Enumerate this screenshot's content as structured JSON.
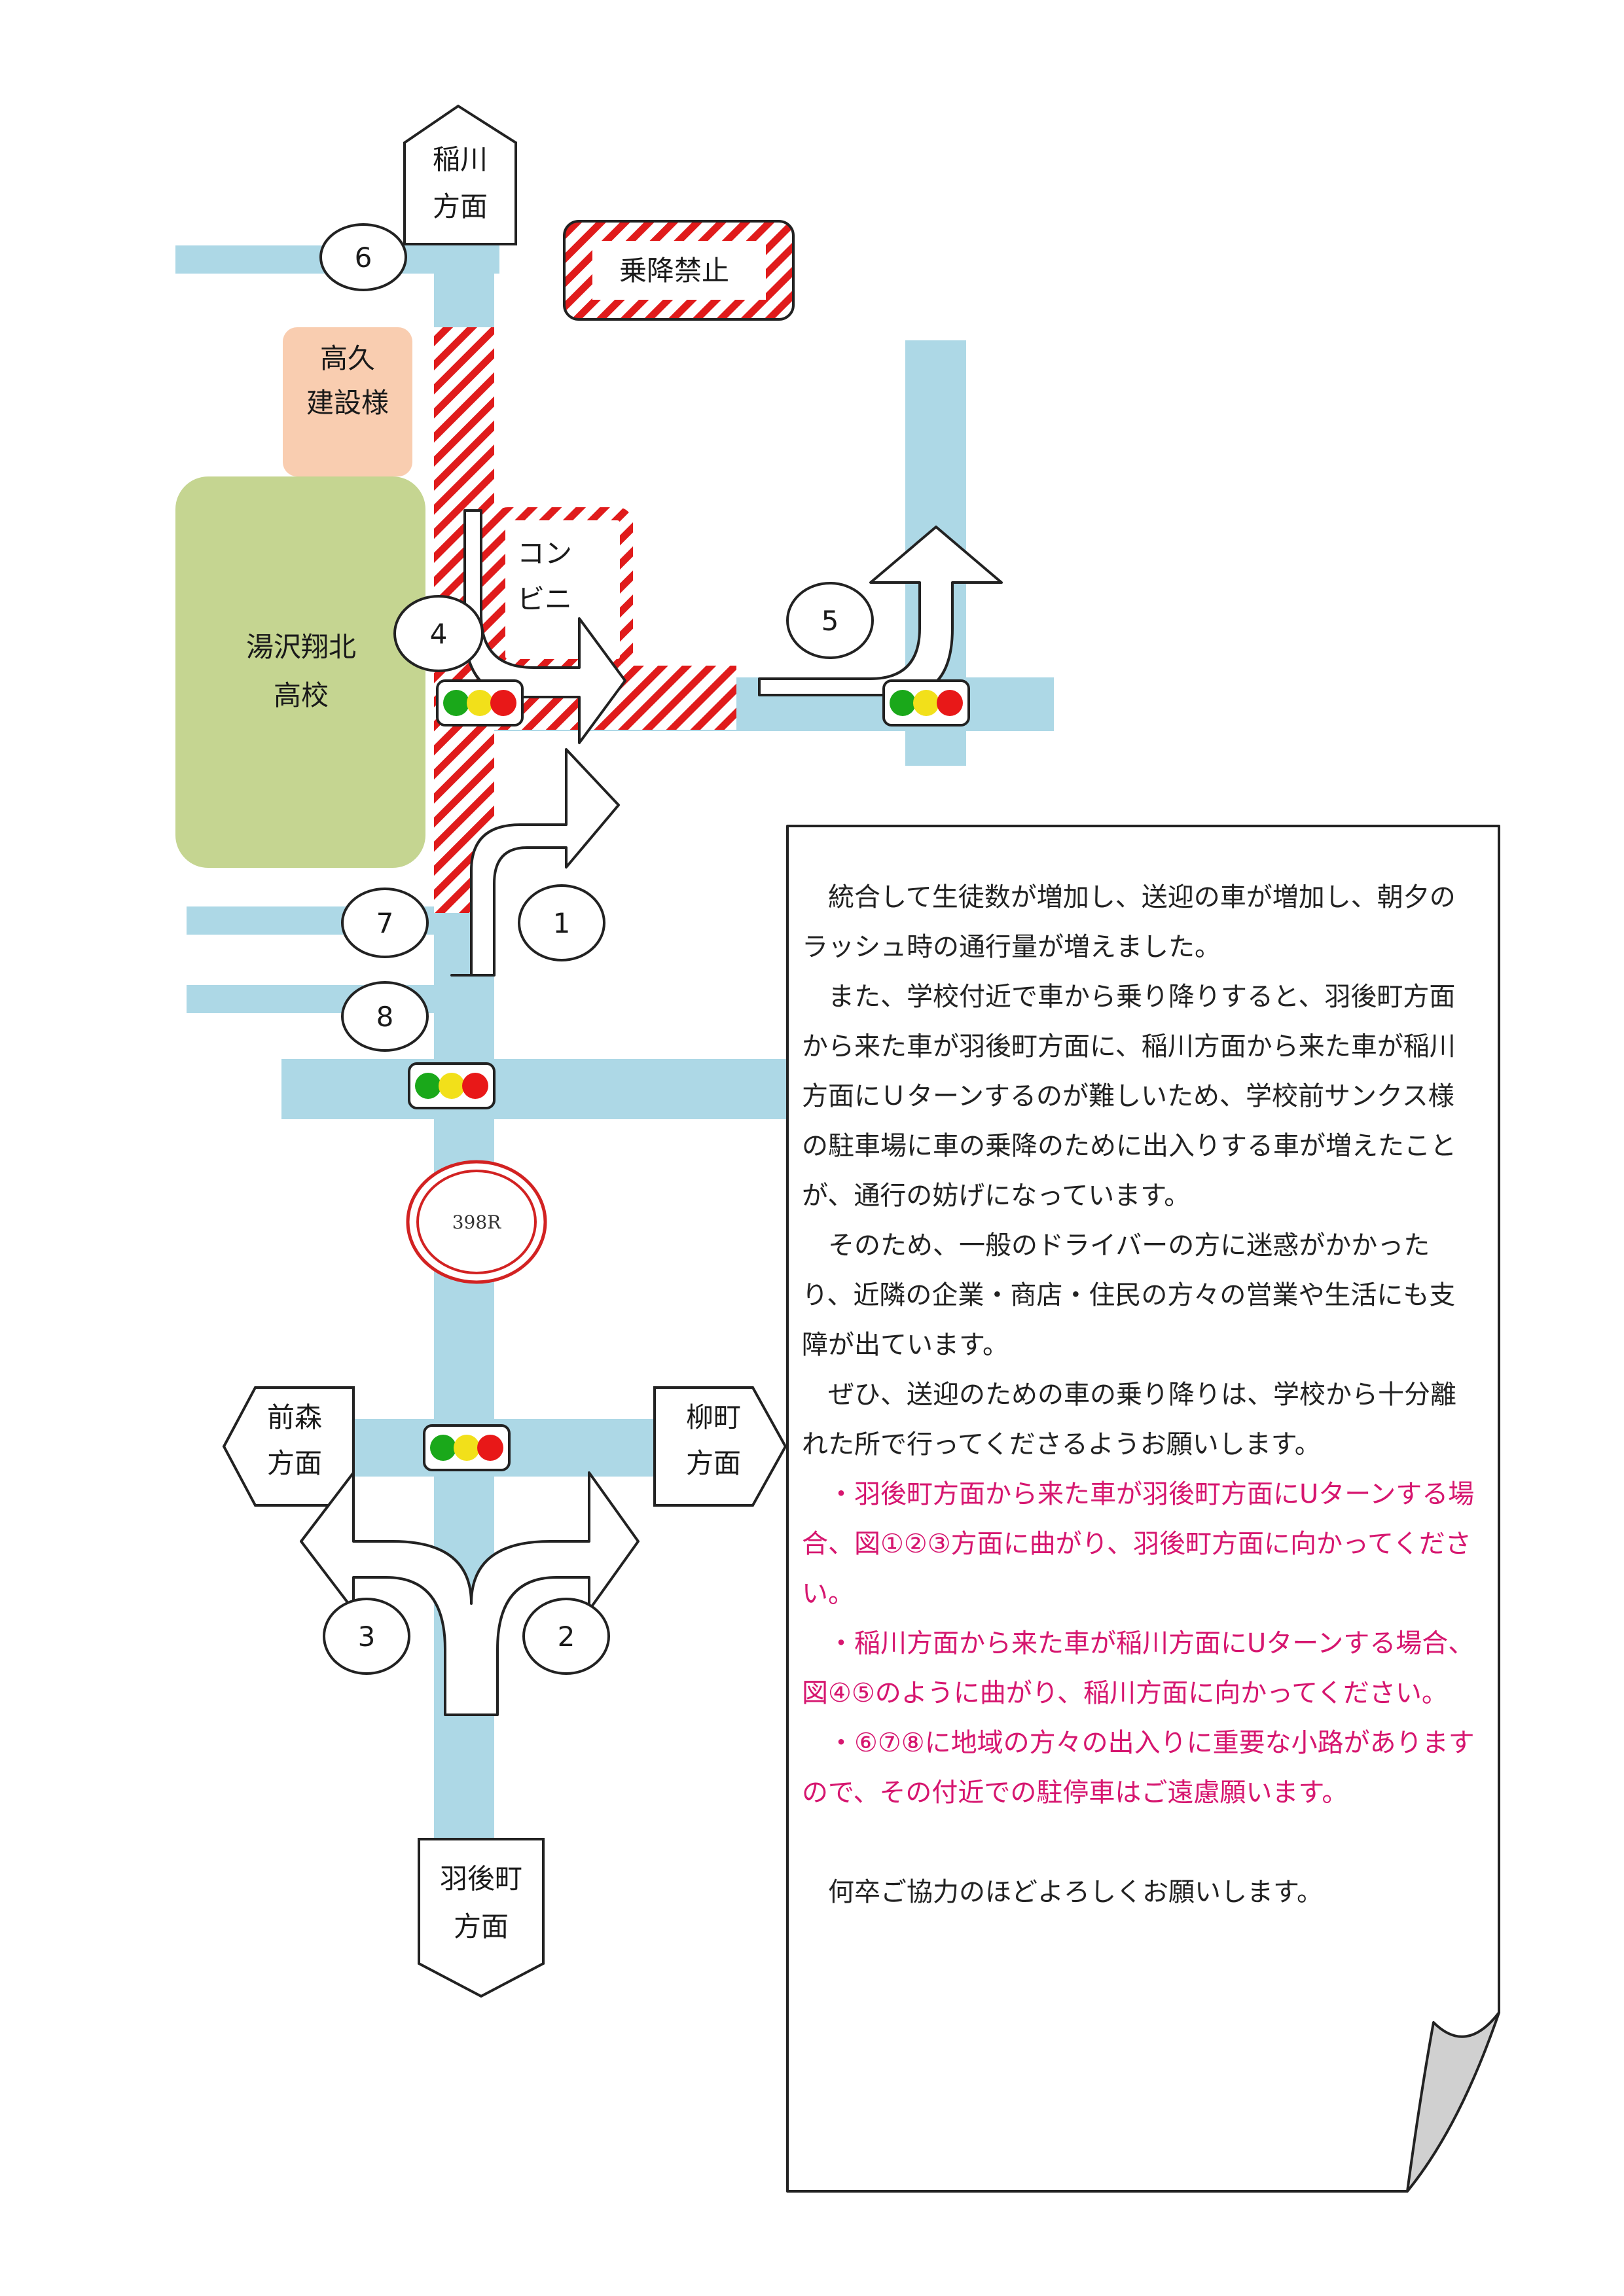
{
  "colors": {
    "road": "#add8e6",
    "school": "#c5d591",
    "construction": "#f9cdb0",
    "hatch": "#e01b1b",
    "pink_text": "#d6166f",
    "signal_green": "#1aa81a",
    "signal_yellow": "#f2e01a",
    "signal_red": "#e81818"
  },
  "map": {
    "direction_inagawa": [
      "稲川",
      "方面"
    ],
    "direction_maemori": [
      "前森",
      "方面"
    ],
    "direction_yanagimachi": [
      "柳町",
      "方面"
    ],
    "direction_ugomachi": [
      "羽後町",
      "方面"
    ],
    "no_boarding_legend": "乗降禁止",
    "construction_company": [
      "高久",
      "建設様"
    ],
    "school": [
      "湯沢翔北",
      "高校"
    ],
    "convenience_store": [
      "コン",
      "ビニ"
    ],
    "route_marker": "398R",
    "points": [
      "1",
      "2",
      "3",
      "4",
      "5",
      "6",
      "7",
      "8"
    ],
    "icons": [
      "traffic-signal-icon",
      "u-turn-arrow-icon",
      "fork-arrow-icon",
      "route-shield-icon",
      "page-curl-icon"
    ]
  },
  "notice": {
    "paragraphs": [
      "統合して生徒数が増加し、送迎の車が増加し、朝夕のラッシュ時の通行量が増えました。",
      "また、学校付近で車から乗り降りすると、羽後町方面から来た車が羽後町方面に、稲川方面から来た車が稲川方面にＵターンするのが難しいため、学校前サンクス様の駐車場に車の乗降のために出入りする車が増えたことが、通行の妨げになっています。",
      "そのため、一般のドライバーの方に迷惑がかかったり、近隣の企業・商店・住民の方々の営業や生活にも支障が出ています。",
      "ぜひ、送迎のための車の乗り降りは、学校から十分離れた所で行ってくださるようお願いします。"
    ],
    "requests": [
      "・羽後町方面から来た車が羽後町方面にUターンする場合、図①②③方面に曲がり、羽後町方面に向かってください。",
      "・稲川方面から来た車が稲川方面にUターンする場合、図④⑤のように曲がり、稲川方面に向かってください。",
      "・⑥⑦⑧に地域の方々の出入りに重要な小路がありますので、その付近での駐停車はご遠慮願います。"
    ],
    "closing": "何卒ご協力のほどよろしくお願いします。"
  }
}
